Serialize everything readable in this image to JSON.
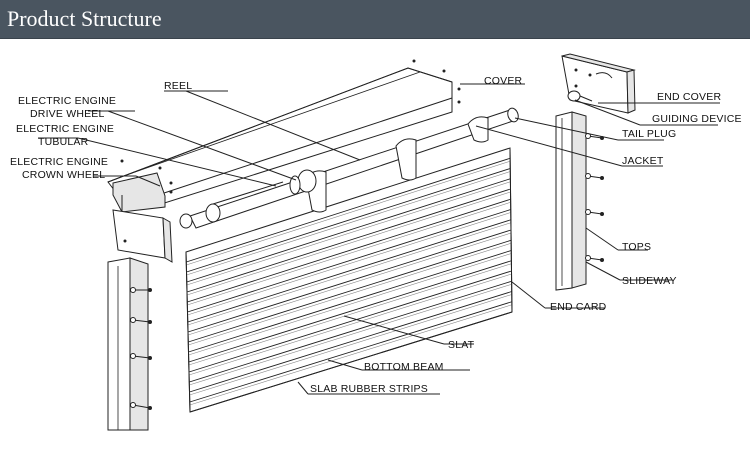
{
  "header": {
    "title": "Product Structure"
  },
  "colors": {
    "header_bg": "#4a5560",
    "header_text": "#ffffff",
    "line": "#222222"
  },
  "labels": {
    "reel": "REEL",
    "cover": "COVER",
    "end_cover": "END COVER",
    "guiding_device": "GUIDING DEVICE",
    "tail_plug": "TAIL PLUG",
    "jacket": "JACKET",
    "drive_wheel_1": "ELECTRIC ENGINE",
    "drive_wheel_2": "DRIVE WHEEL",
    "tubular_1": "ELECTRIC ENGINE",
    "tubular_2": "TUBULAR",
    "crown_wheel_1": "ELECTRIC ENGINE",
    "crown_wheel_2": "CROWN WHEEL",
    "tops": "TOPS",
    "slideway": "SLIDEWAY",
    "end_card": "END CARD",
    "slat": "SLAT",
    "bottom_beam": "BOTTOM BEAM",
    "slab_rubber_strips": "SLAB RUBBER STRIPS"
  }
}
